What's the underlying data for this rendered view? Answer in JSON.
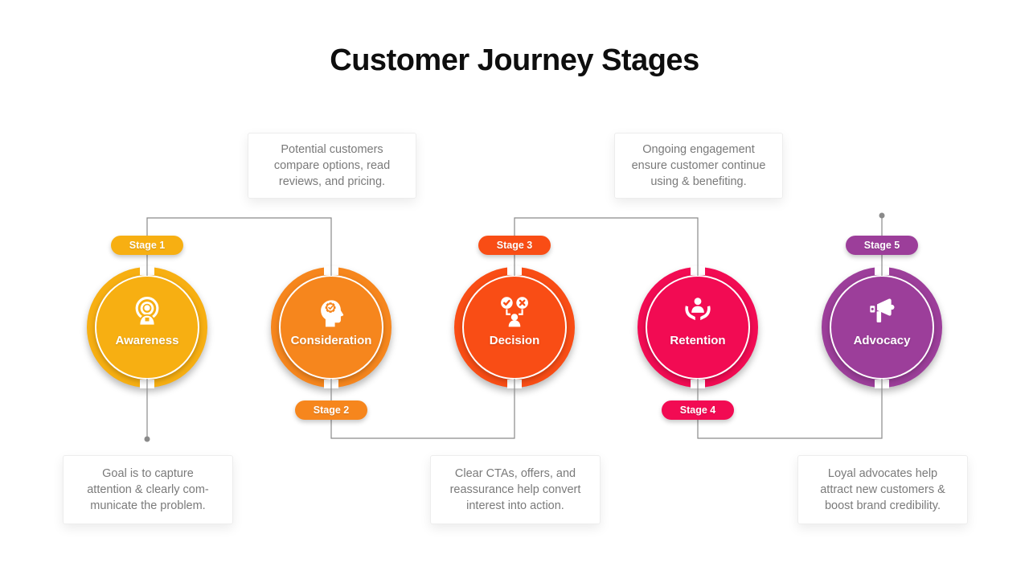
{
  "title": "Customer Journey Stages",
  "connector": {
    "color": "#8A8A8A"
  },
  "stages": [
    {
      "badge": "Stage 1",
      "label": "Awareness",
      "color": "#F7AF12",
      "icon": "broadcast-person-icon",
      "note": "Goal is to capture\nattention & clearly com-\nmunicate the problem.",
      "note_position": "bottom"
    },
    {
      "badge": "Stage 2",
      "label": "Consideration",
      "color": "#F6861D",
      "icon": "head-gear-check-icon",
      "note": "Potential customers\ncompare options, read\nreviews, and pricing.",
      "note_position": "top"
    },
    {
      "badge": "Stage 3",
      "label": "Decision",
      "color": "#F94D15",
      "icon": "choice-bubbles-person-icon",
      "note": "Clear CTAs, offers, and\nreassurance help convert\ninterest into action.",
      "note_position": "bottom"
    },
    {
      "badge": "Stage 4",
      "label": "Retention",
      "color": "#F20B53",
      "icon": "hands-holding-person-icon",
      "note": "Ongoing engagement\nensure customer continue\nusing & benefiting.",
      "note_position": "top"
    },
    {
      "badge": "Stage 5",
      "label": "Advocacy",
      "color": "#9C3E9A",
      "icon": "megaphone-icon",
      "note": "Loyal advocates help\nattract new customers &\nboost brand credibility.",
      "note_position": "bottom"
    }
  ]
}
